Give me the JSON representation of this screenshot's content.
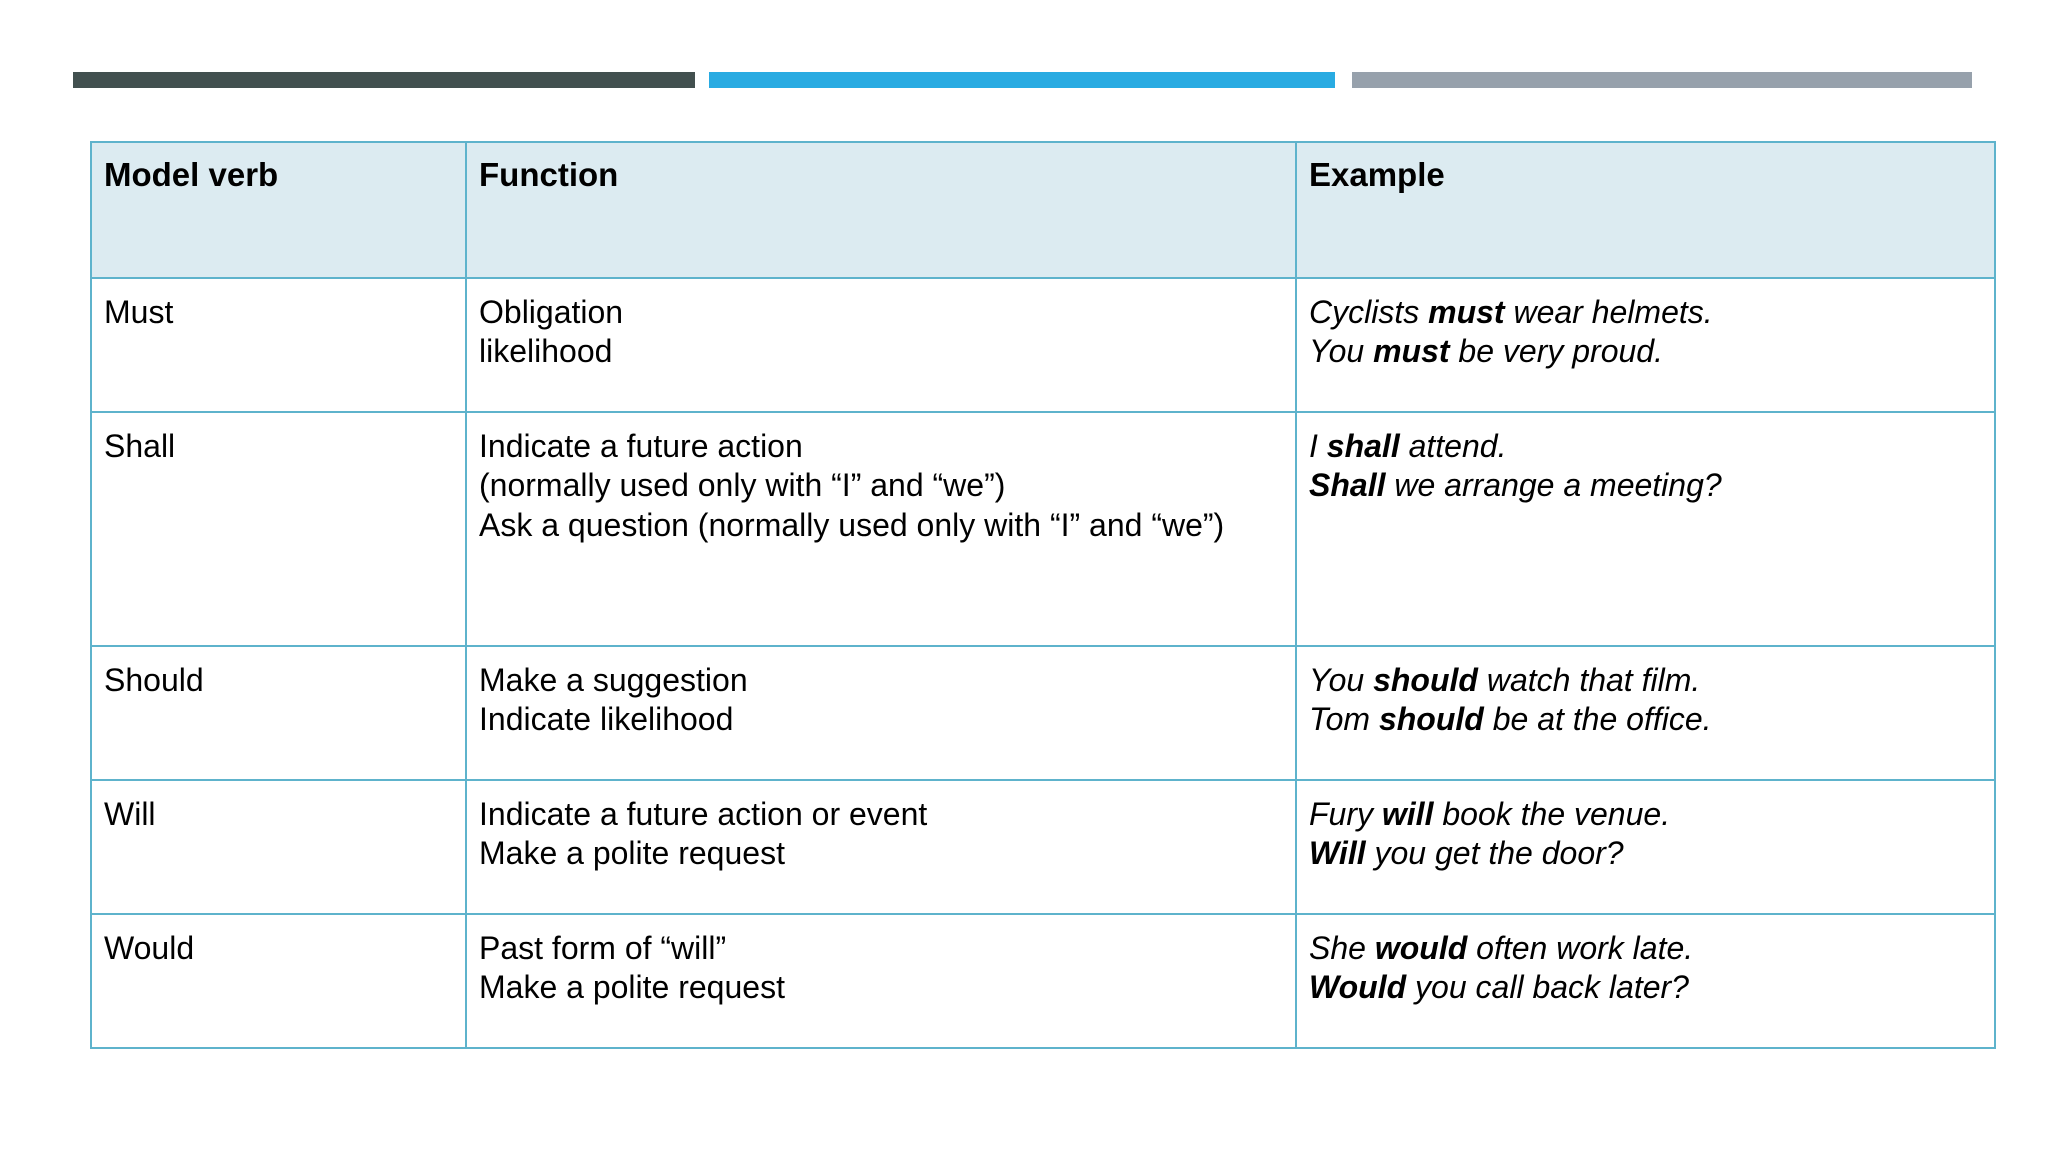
{
  "decor": {
    "bars": [
      {
        "name": "rule-dark",
        "color": "#42504f"
      },
      {
        "name": "rule-blue",
        "color": "#29abe2"
      },
      {
        "name": "rule-gray",
        "color": "#97a1ac"
      }
    ]
  },
  "table": {
    "headers": {
      "verb": "Model verb",
      "function": "Function",
      "example": "Example"
    },
    "rows": [
      {
        "verb": "Must",
        "function": "Obligation\nlikelihood",
        "example_html": "<i>Cyclists <b>must</b> wear helmets.<br>You <b>must</b> be very proud.</i>",
        "example_text": "Cyclists must wear helmets.\nYou must be very proud."
      },
      {
        "verb": "Shall",
        "function": "Indicate a future action\n(normally used only with “I” and “we”)\nAsk a question (normally used only with “I” and “we”)",
        "example_html": "I <b>shall</b> <i>attend.</i><br><b>Shall</b> <i>we arrange a meeting?</i>",
        "example_text": "I shall attend.\nShall we arrange a meeting?"
      },
      {
        "verb": "Should",
        "function": "Make a suggestion\nIndicate likelihood",
        "example_html": "<i>You <b>should</b> watch that film.<br>Tom <b>should</b> be at the office.</i>",
        "example_text": "You should watch that film.\nTom should be at the office."
      },
      {
        "verb": "Will",
        "function": "Indicate a future action or event\nMake a polite request",
        "example_html": "<i>Fury <b>will</b> book the venue.<br><b>Will</b> you get the door?</i>",
        "example_text": "Fury will book the venue.\nWill you get the door?"
      },
      {
        "verb": "Would",
        "function": "Past form of “will”\nMake a polite request",
        "example_html": "<i>She <b>would</b> often work late.<br><b>Would</b> you call back later?</i>",
        "example_text": "She would often work late.\nWould you call back later?"
      }
    ]
  }
}
